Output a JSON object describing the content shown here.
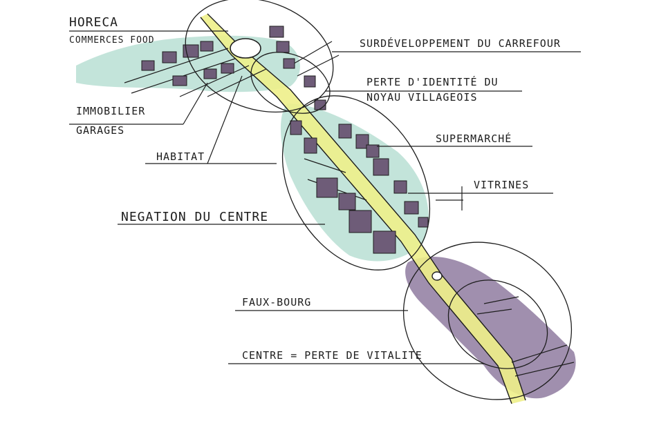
{
  "labels": {
    "horeca": "HORECA",
    "commerces": "COMMERCES FOOD",
    "immobilier": "IMMOBILIER",
    "garages": "GARAGES",
    "habitat": "HABITAT",
    "negation": "NEGATION DU CENTRE",
    "faubourg": "FAUX-BOURG",
    "centre": "CENTRE = PERTE DE VITALITE",
    "surdev": "SURDÉVELOPPEMENT DU CARREFOUR",
    "perte1": "PERTE D'IDENTITÉ DU",
    "perte2": "NOYAU VILLAGEOIS",
    "supermarche": "SUPERMARCHÉ",
    "vitrines": "VITRINES"
  },
  "colors": {
    "ink": "#1d1d1d",
    "teal": "#b9dfd4",
    "purple": "#8f7ba0",
    "building": "#6e5c78",
    "yellow": "#eef08a",
    "road": "#e6e6e6"
  }
}
